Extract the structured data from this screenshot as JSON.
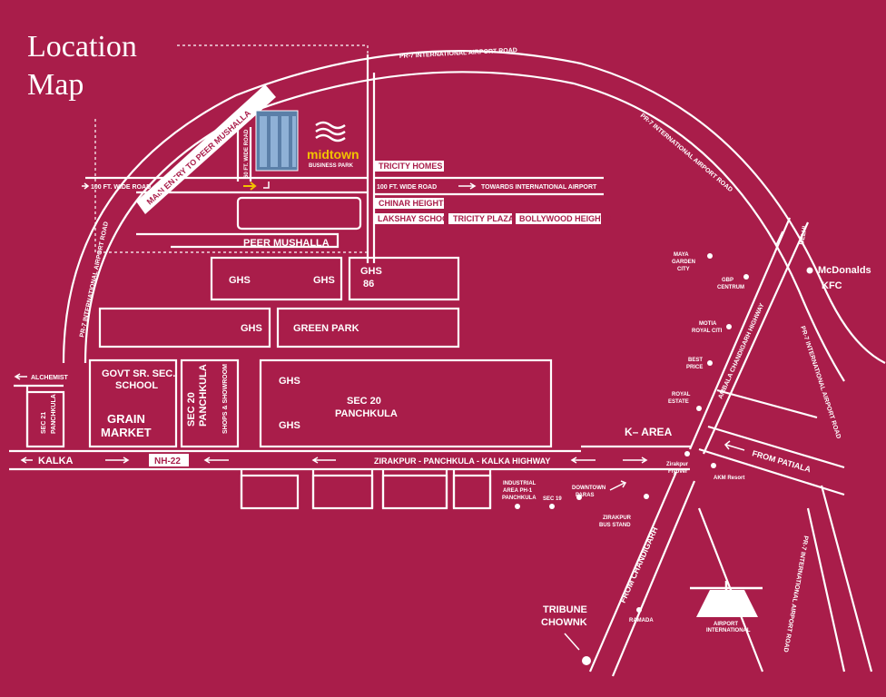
{
  "title": {
    "line1": "Location",
    "line2": "Map"
  },
  "brand": {
    "name": "midtown",
    "tagline": "BUSINESS PARK"
  },
  "colors": {
    "background": "#a91d4a",
    "lines": "#ffffff",
    "accent": "#f2c200"
  },
  "roads": {
    "pr7_top": "PR-7 INTERNATIONAL AIRPORT ROAD",
    "pr7_right": "PR-7 INTERNATIONAL AIRPORT ROAD",
    "pr7_left": "PR-7 INTERNATIONAL AIRPORT ROAD",
    "pr7_east": "PR-7 INTERNATIONAL AIRPORT ROAD",
    "pr7_south": "PR-7 INTERNATIONAL AIRPORT ROAD",
    "main_entry": "MAIN ENTRY TO PEER MUSHALLA",
    "sixty_ft": "60 FT. WIDE ROAD",
    "hundred_ft_left": "100 FT. WIDE ROAD",
    "hundred_ft_right": "100 FT. WIDE ROAD",
    "towards_airport": "TOWARDS INTERNATIONAL AIRPORT",
    "zirakpur_highway": "ZIRAKPUR - PANCHKULA - KALKA HIGHWAY",
    "ambala_highway": "AMBALA CHANDIGARH HIGHWAY",
    "nh22": "NH-22",
    "kalka": "KALKA",
    "alchemist": "ALCHEMIST",
    "delhi": "DELHI",
    "from_patiala": "FROM PATIALA",
    "from_chandigarh": "FROM CHANDIGARH",
    "k_area": "K– AREA"
  },
  "tags": [
    "TRICITY HOMES",
    "CHINAR HEIGHTS",
    "LAKSHAY SCHOOL",
    "TRICITY PLAZA",
    "BOLLYWOOD HEIGHTS"
  ],
  "areas": {
    "peer_mushalla": "PEER MUSHALLA",
    "ghs": "GHS",
    "ghs86_a": "GHS",
    "ghs86_b": "86",
    "green_park": "GREEN PARK",
    "school_1": "GOVT SR. SEC.",
    "school_2": "SCHOOL",
    "grain_1": "GRAIN",
    "grain_2": "MARKET",
    "sec20_v1": "SEC 20",
    "sec20_v2": "PANCHKULA",
    "shops": "SHOPS &  SHOWROOM",
    "sec20_1": "SEC 20",
    "sec20_2": "PANCHKULA",
    "sec21_1": "SEC 21",
    "sec21_2": "PANCHKULA"
  },
  "landmarks": {
    "maya_1": "MAYA",
    "maya_2": "GARDEN",
    "maya_3": "CITY",
    "gbp_1": "GBP",
    "gbp_2": "CENTRUM",
    "motia_1": "MOTIA",
    "motia_2": "ROYAL CITI",
    "best_1": "BEST",
    "best_2": "PRICE",
    "royal_1": "ROYAL",
    "royal_2": "ESTATE",
    "mcd": "McDonalds",
    "kfc": "KFC",
    "flyover_1": "Zirakpur",
    "flyover_2": "Flyover",
    "akm": "AKM Resort",
    "ind_1": "INDUSTRIAL",
    "ind_2": "AREA PH-1",
    "ind_3": "PANCHKULA",
    "sec19": "SEC 19",
    "downtown_1": "DOWNTOWN",
    "downtown_2": "PARAS",
    "bus_1": "ZIRAKPUR",
    "bus_2": "BUS STAND",
    "tribune_1": "TRIBUNE",
    "tribune_2": "CHOWNK",
    "ramada": "RAMADA",
    "airport_1": "AIRPORT",
    "airport_2": "INTERNATIONAL"
  }
}
